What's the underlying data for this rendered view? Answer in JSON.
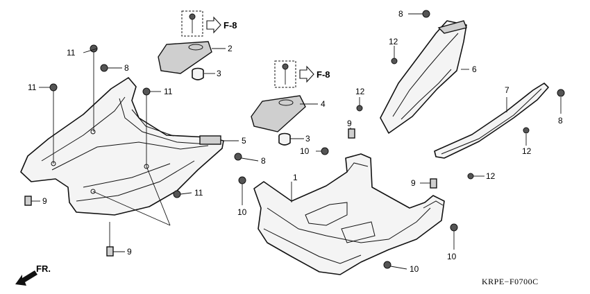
{
  "diagram_code": "KRPE−F0700C",
  "front_indicator": "FR.",
  "references": [
    "F-8",
    "F-8"
  ],
  "callouts": [
    {
      "id": "c1",
      "text": "1"
    },
    {
      "id": "c2",
      "text": "2"
    },
    {
      "id": "c3a",
      "text": "3"
    },
    {
      "id": "c3b",
      "text": "3"
    },
    {
      "id": "c4",
      "text": "4"
    },
    {
      "id": "c5",
      "text": "5"
    },
    {
      "id": "c6",
      "text": "6"
    },
    {
      "id": "c7",
      "text": "7"
    },
    {
      "id": "c8a",
      "text": "8"
    },
    {
      "id": "c8b",
      "text": "8"
    },
    {
      "id": "c8c",
      "text": "8"
    },
    {
      "id": "c8d",
      "text": "8"
    },
    {
      "id": "c9a",
      "text": "9"
    },
    {
      "id": "c9b",
      "text": "9"
    },
    {
      "id": "c9c",
      "text": "9"
    },
    {
      "id": "c9d",
      "text": "9"
    },
    {
      "id": "c10a",
      "text": "10"
    },
    {
      "id": "c10b",
      "text": "10"
    },
    {
      "id": "c10c",
      "text": "10"
    },
    {
      "id": "c10d",
      "text": "10"
    },
    {
      "id": "c11a",
      "text": "11"
    },
    {
      "id": "c11b",
      "text": "11"
    },
    {
      "id": "c11c",
      "text": "11"
    },
    {
      "id": "c11d",
      "text": "11"
    },
    {
      "id": "c12a",
      "text": "12"
    },
    {
      "id": "c12b",
      "text": "12"
    },
    {
      "id": "c12c",
      "text": "12"
    },
    {
      "id": "c12d",
      "text": "12"
    }
  ]
}
